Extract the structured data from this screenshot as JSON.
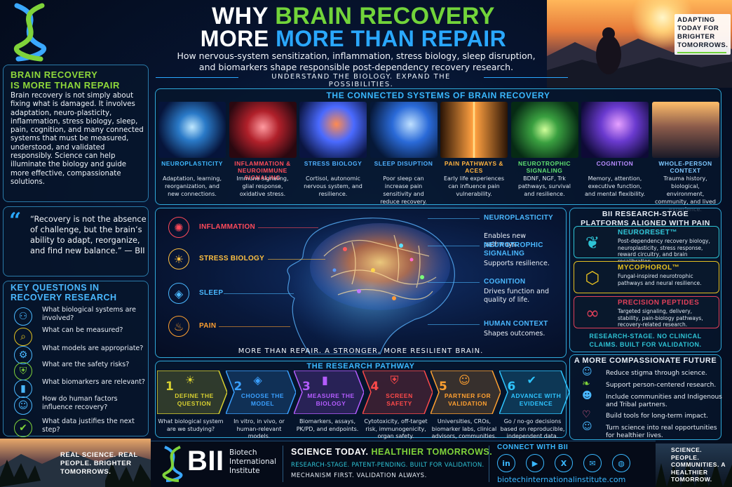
{
  "header": {
    "title_line1_a": "WHY ",
    "title_line1_b": "BRAIN RECOVERY",
    "title_line2_a": "MORE ",
    "title_line2_b": "MORE THAN REPAIR",
    "subtitle_line1": "How nervous-system sensitization, inflammation, stress biology, sleep disruption,",
    "subtitle_line2": "and biomarkers shape responsible post-dependency recovery research.",
    "tagline": "UNDERSTAND THE BIOLOGY. EXPAND THE POSSIBILITIES.",
    "top_right": "ADAPTING TODAY FOR BRIGHTER TOMORROWS."
  },
  "left": {
    "heading_line1": "BRAIN RECOVERY",
    "heading_line2": "IS MORE THAN REPAIR",
    "body": "Brain recovery is not simply about fixing what is damaged. It involves adaptation, neuro-plasticity, inflammation, stress biology, sleep, pain, cognition, and many connected systems that must be measured, understood, and validated responsibly. Science can help illuminate the biology and guide more effective, compassionate solutions.",
    "quote": "“Recovery is not the absence of challenge, but the brain’s ability to adapt, reorganize, and find new balance.” — BII",
    "questions_heading": "KEY QUESTIONS IN RECOVERY RESEARCH",
    "questions": [
      "What biological systems are involved?",
      "What can be measured?",
      "What models are appropriate?",
      "What are the safety risks?",
      "What biomarkers are relevant?",
      "How do human factors influence recovery?",
      "What data justifies the next step?"
    ],
    "bottom_caption": "REAL SCIENCE. REAL PEOPLE. BRIGHTER TOMORROWS."
  },
  "systems": {
    "heading": "THE CONNECTED SYSTEMS OF BRAIN RECOVERY",
    "items": [
      {
        "name": "NEUROPLASTICITY",
        "desc": "Adaptation, learning, reorganization, and new connections.",
        "color": "#3fb8ff"
      },
      {
        "name": "INFLAMMATION & NEUROIMMUNE SIGNALING",
        "desc": "Immune signaling, glial response, oxidative stress.",
        "color": "#ff4d5a"
      },
      {
        "name": "STRESS BIOLOGY",
        "desc": "Cortisol, autonomic nervous system, and resilience.",
        "color": "#4fb0ff"
      },
      {
        "name": "SLEEP DISUPTION",
        "desc": "Poor sleep can increase pain sensitivity and reduce recovery.",
        "color": "#4fb0ff"
      },
      {
        "name": "PAIN PATHWAYS & ACES",
        "desc": "Early life experiences can influence pain vulnerability.",
        "color": "#ffb340"
      },
      {
        "name": "NEUROTROPHIC SIGNALING",
        "desc": "BDNF, NGF, Trk pathways, survival and resilience.",
        "color": "#5fe070"
      },
      {
        "name": "COGNITION",
        "desc": "Memory, attention, executive function, and mental flexibility.",
        "color": "#b88cff"
      },
      {
        "name": "WHOLE-PERSON CONTEXT",
        "desc": "Trauma history, biological, environment, community, and lived experience.",
        "color": "#7fc8ff"
      }
    ]
  },
  "brain": {
    "left_labels": [
      "INFLAMMATION",
      "STRESS BIOLOGY",
      "SLEEP",
      "PAIN"
    ],
    "right": [
      {
        "name": "NEUROPLASTICITY",
        "desc": "Enables new pathways."
      },
      {
        "name": "NEUROTROPHIC SIGNALING",
        "desc": "Supports resilience."
      },
      {
        "name": "COGNITION",
        "desc": "Drives function and quality of life."
      },
      {
        "name": "HUMAN CONTEXT",
        "desc": "Shapes outcomes."
      }
    ],
    "caption": "MORE THAN REPAIR. A STRONGER, MORE RESILIENT BRAIN."
  },
  "platforms": {
    "heading": "BII RESEARCH-STAGE PLATFORMS ALIGNED WITH PAIN BIOLOGY",
    "items": [
      {
        "name": "NEURORESET™",
        "desc": "Post-dependency recovery biology, neuroplasticity, stress response, reward circuitry, and brain recalibration.",
        "color": "#2ec4d6"
      },
      {
        "name": "MYCOPHOROL™",
        "desc": "Fungal-inspired neurotrophic pathways and neural resilience.",
        "color": "#e6c020"
      },
      {
        "name": "PRECISION PEPTIDES",
        "desc": "Targeted signaling, delivery, stability, pain-biology pathways, recovery-related research.",
        "color": "#e0405a"
      }
    ],
    "note": "RESEARCH-STAGE. NO CLINICAL CLAIMS. BUILT FOR VALIDATION."
  },
  "pathway": {
    "heading": "THE RESEARCH PATHWAY",
    "steps": [
      {
        "num": "1",
        "title": "DEFINE THE QUESTION",
        "desc": "What biological system are we studying?",
        "color": "#d8d030"
      },
      {
        "num": "2",
        "title": "CHOOSE THE MODEL",
        "desc": "In vitro, in vivo, or human-relevant models.",
        "color": "#3aa0ff"
      },
      {
        "num": "3",
        "title": "MEASURE THE BIOLOGY",
        "desc": "Biomarkers, assays, PK/PD, and endpoints.",
        "color": "#b45cff"
      },
      {
        "num": "4",
        "title": "SCREEN SAFETY",
        "desc": "Cytotoxicity, off-target risk, immunogenicity, organ safety.",
        "color": "#ff4a4a"
      },
      {
        "num": "5",
        "title": "PARTNER FOR VALIDATION",
        "desc": "Universities, CROs, biomarker labs, clinical advisors, communities.",
        "color": "#ffa030"
      },
      {
        "num": "6",
        "title": "ADVANCE WITH EVIDENCE",
        "desc": "Go / no-go decisions based on reproducible, independent data.",
        "color": "#2ec4ff"
      }
    ]
  },
  "future": {
    "heading": "A MORE COMPASSIONATE FUTURE",
    "items": [
      "Reduce stigma through science.",
      "Support person-centered research.",
      "Include communities and Indigenous and Tribal partners.",
      "Build tools for long-term impact.",
      "Turn science into real opportunities for healthier lives."
    ]
  },
  "footer": {
    "logo_text": "BII",
    "org_line1": "Biotech",
    "org_line2": "International",
    "org_line3": "Institute",
    "slogan_a": "SCIENCE TODAY. ",
    "slogan_b": "HEALTHIER TOMORROWS.",
    "status": "RESEARCH-STAGE. PATENT-PENDING. BUILT FOR VALIDATION.",
    "motto": "MECHANISM FIRST. VALIDATION ALWAYS.",
    "connect": "CONNECT WITH BII",
    "website": "biotechinternationalinstitute.com",
    "right_caption": "SCIENCE. PEOPLE. COMMUNITIES. A HEALTHIER TOMORROW.",
    "social": [
      "linkedin-icon",
      "youtube-icon",
      "x-icon",
      "email-icon",
      "globe-icon"
    ]
  },
  "colors": {
    "green": "#6fd23a",
    "blue": "#2aa8ff",
    "cyan": "#5ad8ff",
    "yellow": "#e8d020"
  }
}
